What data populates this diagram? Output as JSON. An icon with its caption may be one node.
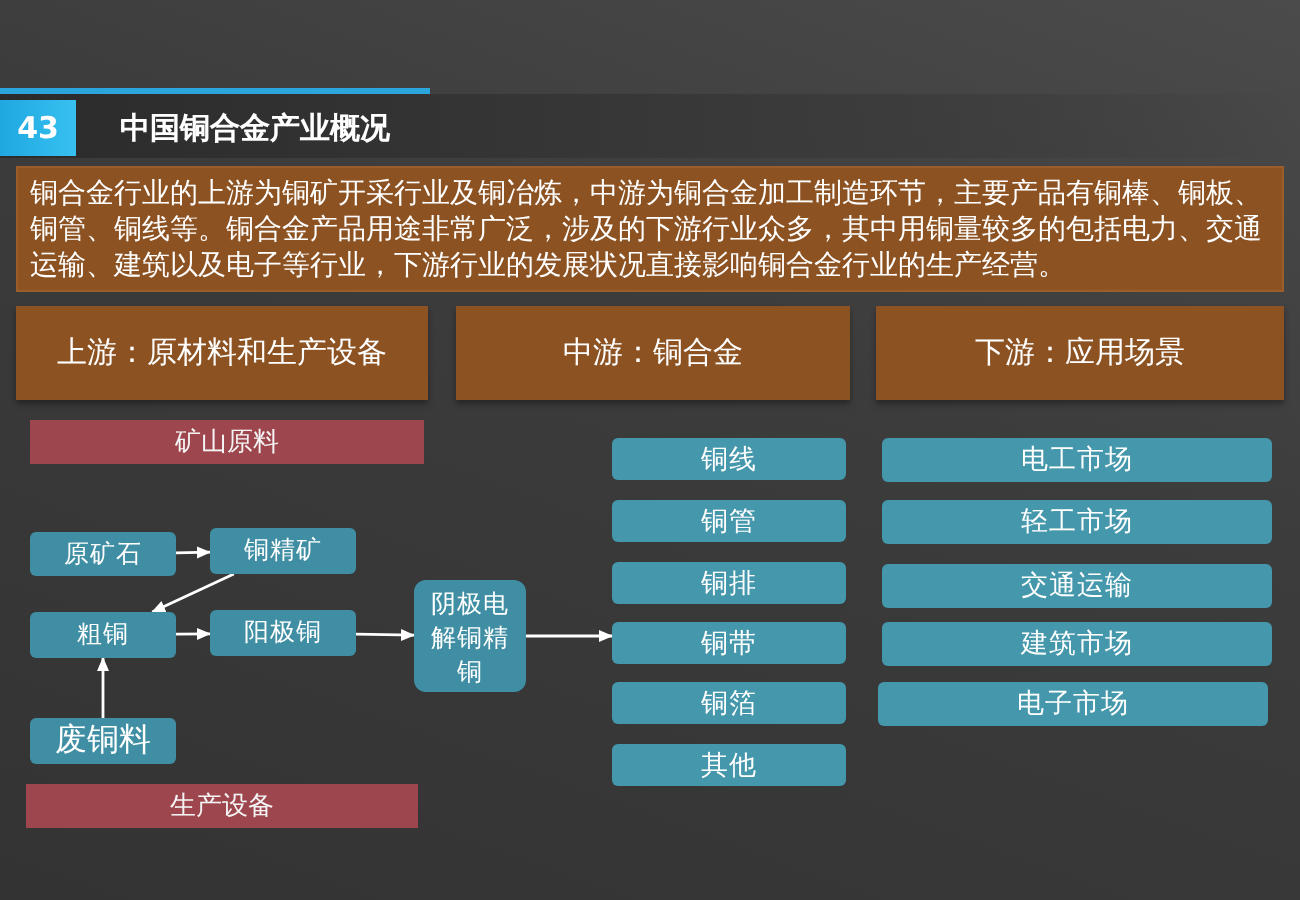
{
  "diagram": {
    "title": "中国铜合金产业概况",
    "nodes": [
      {
        "text": [
          "铜合金行业的上游为铜矿开采行业及铜冶炼，中游为铜合金加工制造环节，主要产品有铜棒、铜板、铜管、铜线等。铜合金产品用途非常广泛，涉及的下游行业众多，其中用铜量较多的包括电力、交通运输、建筑以及电子等行业，下游行业的发展状况直接影响铜合金行业的生产经营。"
        ]
      },
      {
        "text": [
          "上游：原材料和生产设备"
        ]
      },
      {
        "text": [
          "中游：铜合金"
        ]
      },
      {
        "text": [
          "下游：应用场景"
        ]
      },
      {
        "text": [
          "矿山原料"
        ]
      },
      {
        "text": [
          "原矿石"
        ]
      },
      {
        "text": [
          "铜精矿"
        ]
      },
      {
        "text": [
          "粗铜"
        ]
      },
      {
        "text": [
          "阳极铜"
        ]
      },
      {
        "text": [
          "阴极电解铜精铜"
        ]
      },
      {
        "text": [
          "废铜料"
        ]
      },
      {
        "text": [
          "生产设备"
        ]
      },
      {
        "text": [
          "铜线"
        ]
      },
      {
        "text": [
          "铜管"
        ]
      },
      {
        "text": [
          "铜排"
        ]
      },
      {
        "text": [
          "铜带"
        ]
      },
      {
        "text": [
          "铜箔"
        ]
      },
      {
        "text": [
          "其他"
        ]
      },
      {
        "text": [
          "电工市场"
        ]
      },
      {
        "text": [
          "轻工市场"
        ]
      },
      {
        "text": [
          "交通运输"
        ]
      },
      {
        "text": [
          "建筑市场"
        ]
      },
      {
        "text": [
          "电子市场"
        ]
      }
    ],
    "edges": [
      {
        "from": 5,
        "to": 6,
        "arrow": "to"
      },
      {
        "from": 6,
        "to": 7,
        "arrow": "to"
      },
      {
        "from": 7,
        "to": 8,
        "arrow": "to"
      },
      {
        "from": 10,
        "to": 7,
        "arrow": "to"
      },
      {
        "from": 8,
        "to": 9,
        "arrow": "to"
      },
      {
        "from": 9,
        "to": 15,
        "arrow": "to"
      }
    ],
    "labels": [
      "43"
    ]
  }
}
